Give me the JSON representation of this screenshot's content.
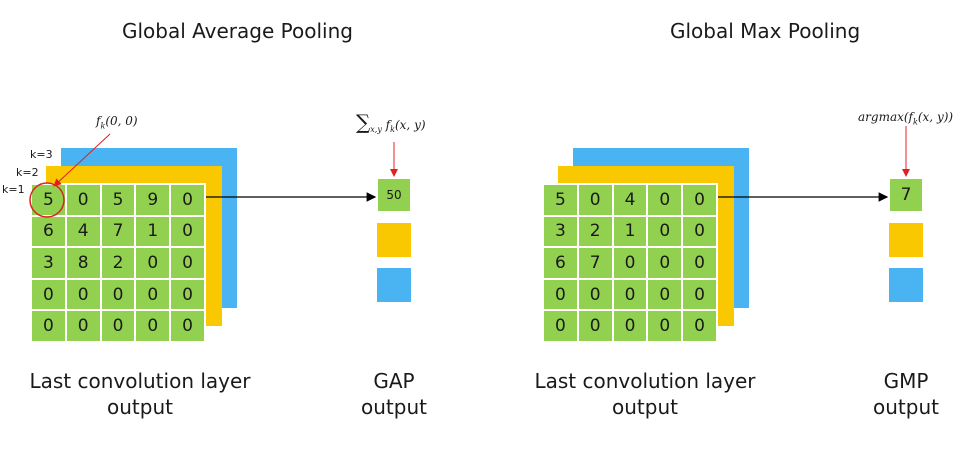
{
  "gap": {
    "title": "Global Average Pooling",
    "k_labels": [
      "k=3",
      "k=2",
      "k=1"
    ],
    "grid": [
      [
        5,
        0,
        5,
        9,
        0
      ],
      [
        6,
        4,
        7,
        1,
        0
      ],
      [
        3,
        8,
        2,
        0,
        0
      ],
      [
        0,
        0,
        0,
        0,
        0
      ],
      [
        0,
        0,
        0,
        0,
        0
      ]
    ],
    "pointer_label": "f_k(0,0)",
    "sum_formula": "∑x,y fk(x, y)",
    "output_value": "50",
    "caption_left_line1": "Last convolution layer",
    "caption_left_line2": "output",
    "caption_right_line1": "GAP",
    "caption_right_line2": "output"
  },
  "gmp": {
    "title": "Global Max Pooling",
    "grid": [
      [
        5,
        0,
        4,
        0,
        0
      ],
      [
        3,
        2,
        1,
        0,
        0
      ],
      [
        6,
        7,
        0,
        0,
        0
      ],
      [
        0,
        0,
        0,
        0,
        0
      ],
      [
        0,
        0,
        0,
        0,
        0
      ]
    ],
    "formula": "argmax(fk(x, y))",
    "output_value": "7",
    "caption_left_line1": "Last convolution layer",
    "caption_left_line2": "output",
    "caption_right_line1": "GMP",
    "caption_right_line2": "output"
  },
  "colors": {
    "green": "#92d050",
    "yellow": "#f9c800",
    "blue": "#4ab3f2",
    "pointer": "#e02020",
    "arrow": "#000000"
  }
}
